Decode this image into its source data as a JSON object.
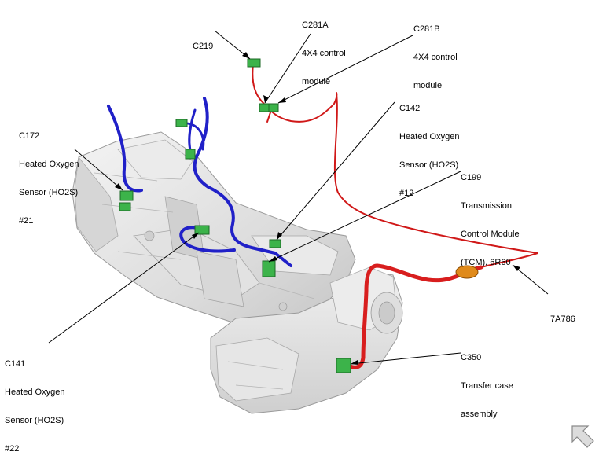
{
  "callouts": {
    "c219": {
      "lines": [
        "C219"
      ]
    },
    "c281a": {
      "lines": [
        "C281A",
        "4X4 control",
        "module"
      ]
    },
    "c281b": {
      "lines": [
        "C281B",
        "4X4 control",
        "module"
      ]
    },
    "c142": {
      "lines": [
        "C142",
        "Heated Oxygen",
        "Sensor (HO2S)",
        "#12"
      ]
    },
    "c172": {
      "lines": [
        "C172",
        "Heated Oxygen",
        "Sensor (HO2S)",
        "#21"
      ]
    },
    "c199": {
      "lines": [
        "C199",
        "Transmission",
        "Control Module",
        "(TCM), 6R60"
      ]
    },
    "a7a786": {
      "lines": [
        "7A786"
      ]
    },
    "c141": {
      "lines": [
        "C141",
        "Heated Oxygen",
        "Sensor (HO2S)",
        "#22"
      ]
    },
    "c350": {
      "lines": [
        "C350",
        "Transfer case",
        "assembly"
      ]
    }
  },
  "colors": {
    "harness_red": "#d81e1e",
    "harness_blue": "#2a2ad0",
    "connector_green": "#3cb34a",
    "housing": "#e4e4e4",
    "housing_edge": "#9a9a9a",
    "grommet": "#e08a1a"
  },
  "icons": {
    "nav": "back-arrow-icon"
  }
}
